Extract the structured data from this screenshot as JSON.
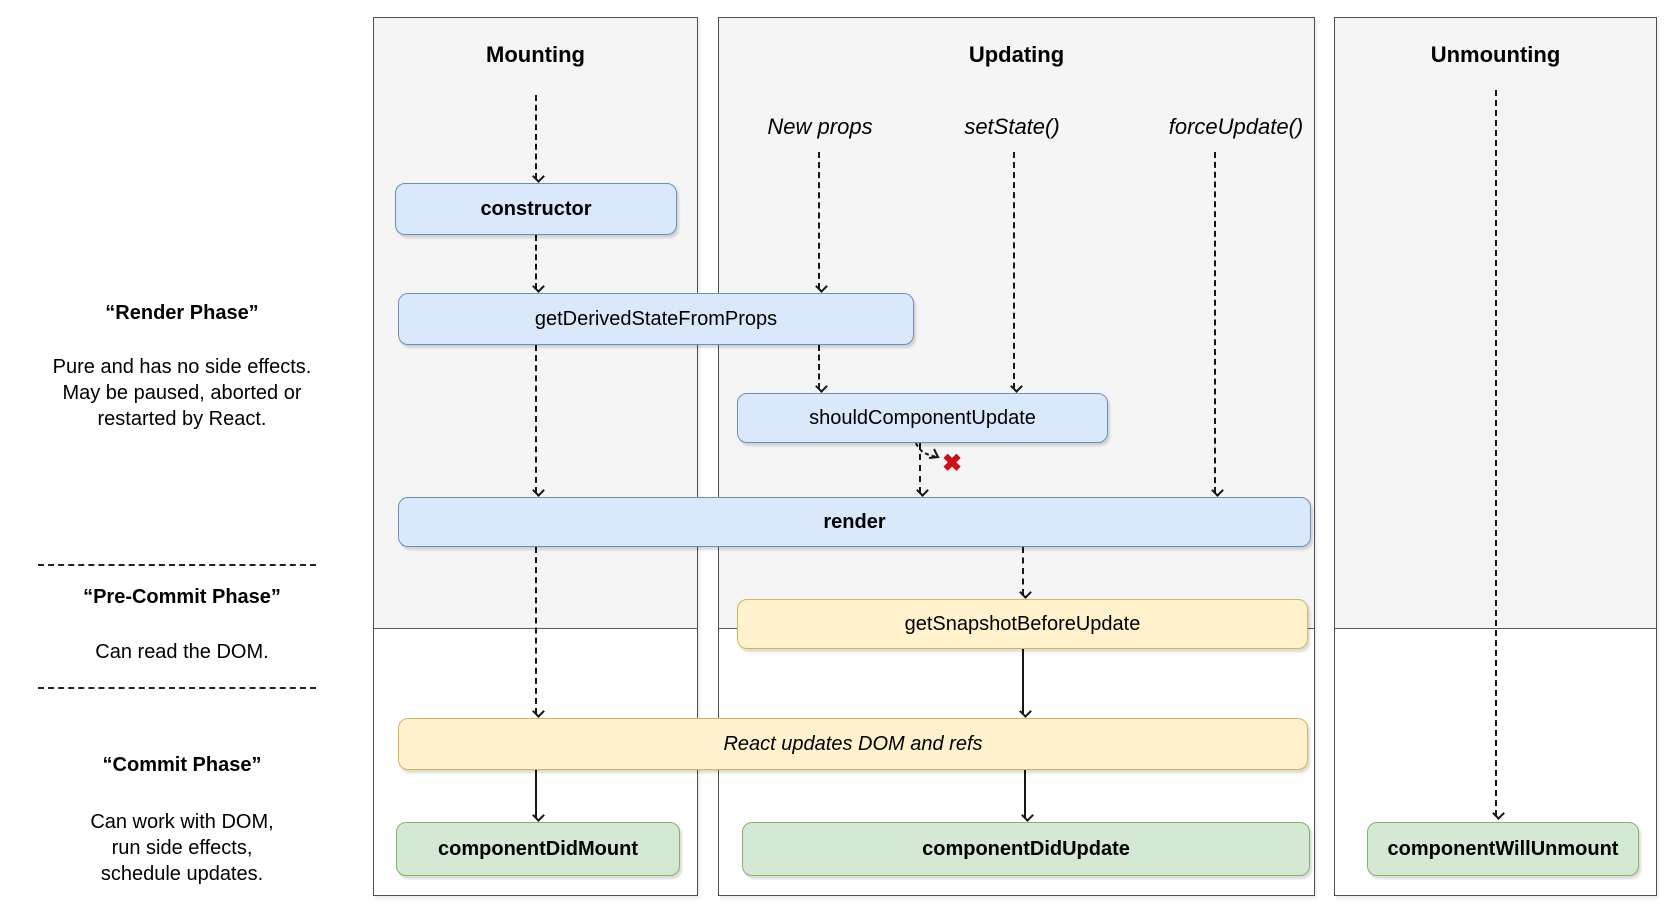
{
  "sidebar": {
    "render_phase": {
      "title": "“Render Phase”",
      "line1": "Pure and has no side effects.",
      "line2": "May be paused, aborted or",
      "line3": "restarted by React."
    },
    "pre_commit_phase": {
      "title": "“Pre-Commit Phase”",
      "line1": "Can read the DOM."
    },
    "commit_phase": {
      "title": "“Commit Phase”",
      "line1": "Can work with DOM,",
      "line2": "run side effects,",
      "line3": "schedule updates."
    }
  },
  "columns": {
    "mounting": "Mounting",
    "updating": "Updating",
    "unmounting": "Unmounting"
  },
  "triggers": {
    "new_props": "New props",
    "set_state": "setState()",
    "force_update": "forceUpdate()"
  },
  "methods": {
    "constructor_method": "constructor",
    "get_derived_state_from_props": "getDerivedStateFromProps",
    "should_component_update": "shouldComponentUpdate",
    "render_method": "render",
    "get_snapshot_before_update": "getSnapshotBeforeUpdate",
    "react_updates_dom": "React updates DOM and refs",
    "component_did_mount": "componentDidMount",
    "component_did_update": "componentDidUpdate",
    "component_will_unmount": "componentWillUnmount"
  },
  "icons": {
    "x_mark": "✖"
  },
  "colors": {
    "lifecycle-fill": "#dae8fc",
    "lifecycle-stroke": "#6c8ebf",
    "sideeffect-fill": "#fff2cc",
    "sideeffect-stroke": "#d6b656",
    "commit-fill": "#d5e8d4",
    "commit-stroke": "#82b366",
    "panel-fill": "#f5f5f5",
    "x-mark": "#cc1016"
  }
}
